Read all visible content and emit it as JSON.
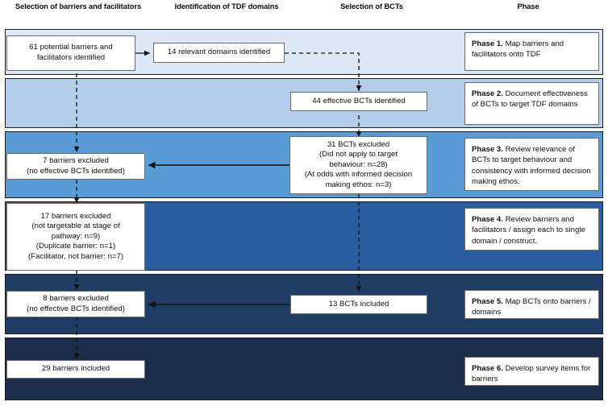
{
  "figure": {
    "title": "",
    "columns": [
      {
        "label": "Selection of barriers and facilitators"
      },
      {
        "label": "Identification of TDF domains"
      },
      {
        "label": "Selection of BCTs"
      },
      {
        "label": "Phase"
      }
    ]
  },
  "colors": {
    "band1": "#dde8f6",
    "band2": "#b4cdeb",
    "band3": "#5b9bd5",
    "band4": "#2a5ca0",
    "band5": "#1f3c64",
    "band6": "#1b2d4a",
    "band_border": "#1a1a1a",
    "node_fill": "#ffffff",
    "node_border": "#6b6b6b",
    "connector": "#111111",
    "text": "#111111"
  },
  "bands": [
    {
      "id": "phase-1",
      "fill_key": "band1",
      "phase_title": "Phase 1.",
      "phase_text": " Map barriers and facilitators onto TDF"
    },
    {
      "id": "phase-2",
      "fill_key": "band2",
      "phase_title": "Phase 2.",
      "phase_text": " Document effectiveness of BCTs to target TDF domains"
    },
    {
      "id": "phase-3",
      "fill_key": "band3",
      "phase_title": "Phase 3.",
      "phase_text": " Review relevance of BCTs to target behaviour and consistency with informed decision making ethos."
    },
    {
      "id": "phase-4",
      "fill_key": "band4",
      "phase_title": "Phase 4.",
      "phase_text": " Review barriers and facilitators / assign each to single domain / construct."
    },
    {
      "id": "phase-5",
      "fill_key": "band5",
      "phase_title": "Phase 5.",
      "phase_text": " Map BCTs onto barriers / domains"
    },
    {
      "id": "phase-6",
      "fill_key": "band6",
      "phase_title": "Phase 6.",
      "phase_text": " Develop survey items for barriers"
    }
  ],
  "nodes": [
    {
      "id": "n-61-barriers",
      "text": "61 potential barriers and\nfacilitators identified"
    },
    {
      "id": "n-14-domains",
      "text": "14 relevant domains identified"
    },
    {
      "id": "n-44-bcts",
      "text": "44 effective BCTs identified"
    },
    {
      "id": "n-31-excluded",
      "text": "31 BCTs excluded\n(Did not apply to target\nbehaviour: n=28)\n(At odds with informed decision\nmaking ethos: n=3)"
    },
    {
      "id": "n-7-excluded",
      "text": "7 barriers excluded\n(no effective BCTs identified)"
    },
    {
      "id": "n-17-excluded",
      "text": "17 barriers excluded\n(not targetable at stage of\npathway: n=9)\n(Duplicate barrier: n=1)\n(Facilitator, not barrier: n=7)"
    },
    {
      "id": "n-8-excluded",
      "text": "8 barriers excluded\n(no effective BCTs identified)"
    },
    {
      "id": "n-13-included",
      "text": "13 BCTs included"
    },
    {
      "id": "n-29-included",
      "text": "29 barriers included"
    }
  ],
  "chart_data": {
    "type": "diagram",
    "subtype": "flowchart",
    "title": "Six-phase process of mapping barriers and facilitators to BCTs",
    "swimlane_columns": [
      "Selection of barriers and facilitators",
      "Identification of TDF domains",
      "Selection of BCTs",
      "Phase"
    ],
    "phases": [
      {
        "phase": 1,
        "label": "Phase 1. Map barriers and facilitators onto TDF",
        "nodes": [
          {
            "column": "Selection of barriers and facilitators",
            "text": "61 potential barriers and facilitators identified",
            "value": 61
          },
          {
            "column": "Identification of TDF domains",
            "text": "14 relevant domains identified",
            "value": 14
          }
        ]
      },
      {
        "phase": 2,
        "label": "Phase 2. Document effectiveness of BCTs to target TDF domains",
        "nodes": [
          {
            "column": "Selection of BCTs",
            "text": "44 effective BCTs identified",
            "value": 44
          }
        ]
      },
      {
        "phase": 3,
        "label": "Phase 3. Review relevance of BCTs to target behaviour and consistency with informed decision making ethos.",
        "nodes": [
          {
            "column": "Selection of BCTs",
            "text": "31 BCTs excluded (Did not apply to target behaviour: n=28) (At odds with informed decision making ethos: n=3)",
            "value": 31,
            "breakdown": [
              {
                "reason": "Did not apply to target behaviour",
                "n": 28
              },
              {
                "reason": "At odds with informed decision making ethos",
                "n": 3
              }
            ]
          },
          {
            "column": "Selection of barriers and facilitators",
            "text": "7 barriers excluded (no effective BCTs identified)",
            "value": 7
          }
        ]
      },
      {
        "phase": 4,
        "label": "Phase 4. Review barriers and facilitators / assign each to single domain / construct.",
        "nodes": [
          {
            "column": "Selection of barriers and facilitators",
            "text": "17 barriers excluded (not targetable at stage of pathway: n=9) (Duplicate barrier: n=1) (Facilitator, not barrier: n=7)",
            "value": 17,
            "breakdown": [
              {
                "reason": "not targetable at stage of pathway",
                "n": 9
              },
              {
                "reason": "Duplicate barrier",
                "n": 1
              },
              {
                "reason": "Facilitator, not barrier",
                "n": 7
              }
            ]
          }
        ]
      },
      {
        "phase": 5,
        "label": "Phase 5. Map BCTs onto barriers / domains",
        "nodes": [
          {
            "column": "Selection of barriers and facilitators",
            "text": "8 barriers excluded (no effective BCTs identified)",
            "value": 8
          },
          {
            "column": "Selection of BCTs",
            "text": "13 BCTs included",
            "value": 13
          }
        ]
      },
      {
        "phase": 6,
        "label": "Phase 6. Develop survey items for barriers",
        "nodes": [
          {
            "column": "Selection of barriers and facilitators",
            "text": "29 barriers included",
            "value": 29
          }
        ]
      }
    ],
    "edges": [
      {
        "from": "61 potential barriers and facilitators identified",
        "to": "14 relevant domains identified",
        "style": "solid"
      },
      {
        "from": "14 relevant domains identified",
        "to": "44 effective BCTs identified",
        "style": "dashed"
      },
      {
        "from": "44 effective BCTs identified",
        "to": "31 BCTs excluded",
        "style": "dashed"
      },
      {
        "from": "31 BCTs excluded",
        "to": "7 barriers excluded",
        "style": "solid"
      },
      {
        "from": "61 potential barriers and facilitators identified",
        "to": "7 barriers excluded",
        "style": "dashed"
      },
      {
        "from": "7 barriers excluded",
        "to": "17 barriers excluded",
        "style": "dashed"
      },
      {
        "from": "31 BCTs excluded",
        "to": "13 BCTs included",
        "style": "dashed"
      },
      {
        "from": "13 BCTs included",
        "to": "8 barriers excluded",
        "style": "solid"
      },
      {
        "from": "17 barriers excluded",
        "to": "8 barriers excluded",
        "style": "dashed"
      },
      {
        "from": "8 barriers excluded",
        "to": "29 barriers included",
        "style": "dashed"
      }
    ]
  }
}
